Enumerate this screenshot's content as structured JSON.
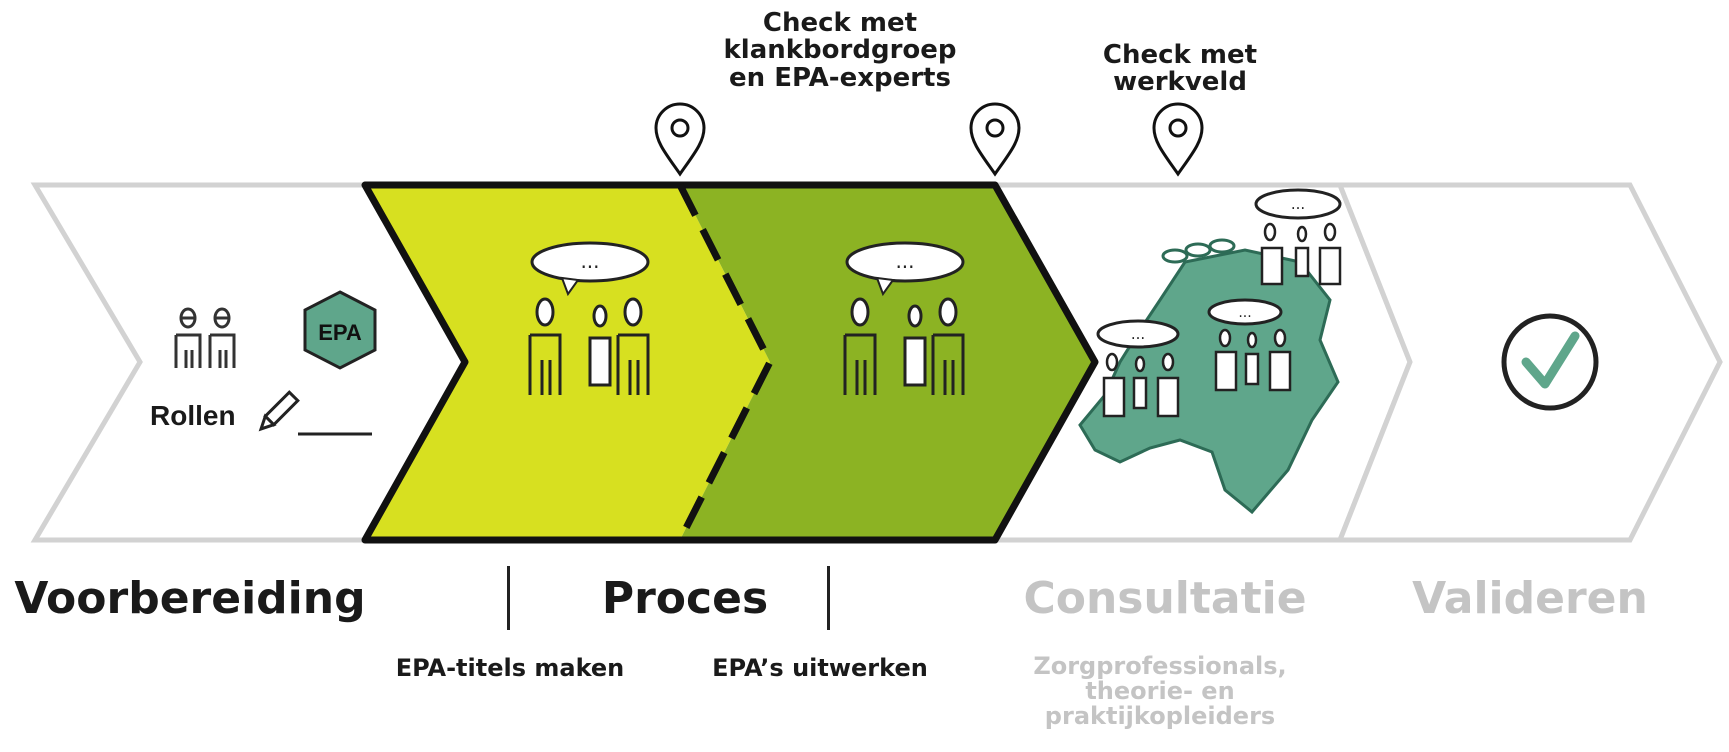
{
  "checkpoints": {
    "klankbord": "Check met\nklankbordgroep\nen EPA-experts",
    "werkveld": "Check met\nwerkveld"
  },
  "prep": {
    "roles_label": "Rollen",
    "badge": "EPA"
  },
  "phases": {
    "voorbereiding": "Voorbereiding",
    "proces": "Proces",
    "consultatie": "Consultatie",
    "valideren": "Valideren"
  },
  "subphases": {
    "titels": "EPA-titels maken",
    "uitwerken": "EPA’s uitwerken",
    "consultatie": "Zorgprofessionals,\ntheorie- en\npraktijkopleiders"
  },
  "colors": {
    "yellow_green": "#d7e020",
    "green": "#8cb323",
    "teal": "#5fa68b",
    "outline_grey": "#cfcfcf",
    "muted_text": "#c4c4c4",
    "dark": "#1a1a1a"
  },
  "icons": [
    "location-pin-icon",
    "people-icon",
    "speech-bubble-icon",
    "map-netherlands-icon",
    "checkmark-icon",
    "pencil-icon",
    "hexagon-epa-icon"
  ]
}
